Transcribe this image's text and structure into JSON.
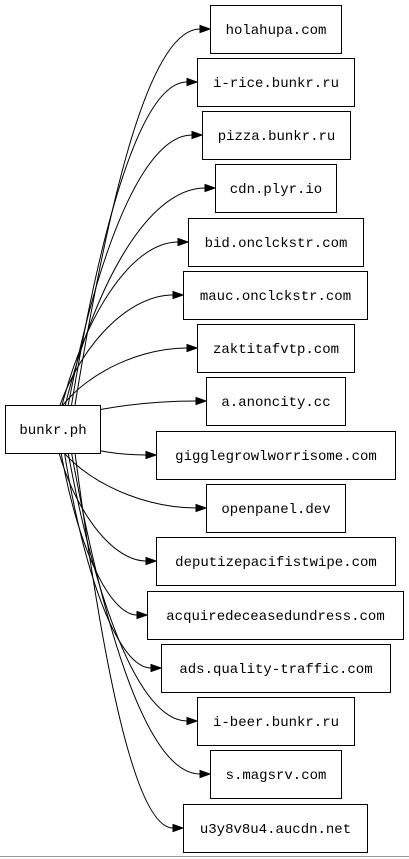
{
  "graph": {
    "source": {
      "label": "bunkr.ph"
    },
    "targets": [
      {
        "label": "holahupa.com"
      },
      {
        "label": "i-rice.bunkr.ru"
      },
      {
        "label": "pizza.bunkr.ru"
      },
      {
        "label": "cdn.plyr.io"
      },
      {
        "label": "bid.onclckstr.com"
      },
      {
        "label": "mauc.onclckstr.com"
      },
      {
        "label": "zaktitafvtp.com"
      },
      {
        "label": "a.anoncity.cc"
      },
      {
        "label": "gigglegrowlworrisome.com"
      },
      {
        "label": "openpanel.dev"
      },
      {
        "label": "deputizepacifistwipe.com"
      },
      {
        "label": "acquiredeceasedundress.com"
      },
      {
        "label": "ads.quality-traffic.com"
      },
      {
        "label": "i-beer.bunkr.ru"
      },
      {
        "label": "s.magsrv.com"
      },
      {
        "label": "u3y8v8u4.aucdn.net"
      }
    ]
  }
}
